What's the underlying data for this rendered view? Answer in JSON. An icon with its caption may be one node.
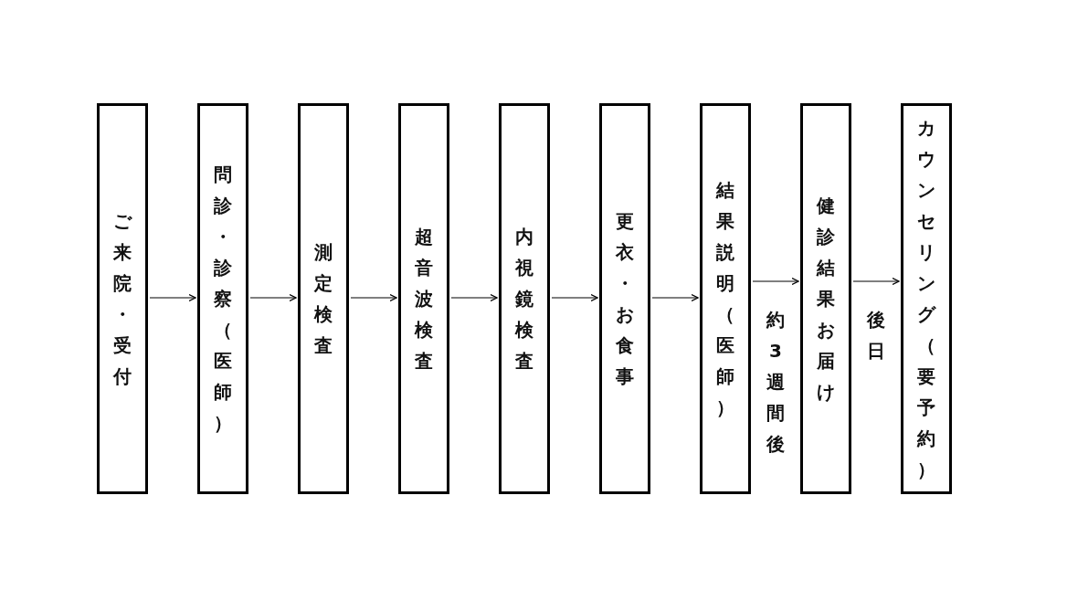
{
  "diagram": {
    "nodes": [
      {
        "text": [
          "ご来院・受付"
        ]
      },
      {
        "text": [
          "問診・診察（医師）"
        ]
      },
      {
        "text": [
          "測定検査"
        ]
      },
      {
        "text": [
          "超音波検査"
        ]
      },
      {
        "text": [
          "内視鏡検査"
        ]
      },
      {
        "text": [
          "更衣・お食事"
        ]
      },
      {
        "text": [
          "結果説明（医師）"
        ]
      },
      {
        "text": [
          "健診結果お届け"
        ]
      },
      {
        "text": [
          "カウンセリング（要予約）"
        ]
      }
    ],
    "edges": [
      {
        "from": 0,
        "to": 1,
        "arrow": "to"
      },
      {
        "from": 1,
        "to": 2,
        "arrow": "to"
      },
      {
        "from": 2,
        "to": 3,
        "arrow": "to"
      },
      {
        "from": 3,
        "to": 4,
        "arrow": "to"
      },
      {
        "from": 4,
        "to": 5,
        "arrow": "to"
      },
      {
        "from": 5,
        "to": 6,
        "arrow": "to"
      },
      {
        "from": 6,
        "to": 7,
        "arrow": "to",
        "label": "約3週間後"
      },
      {
        "from": 7,
        "to": 8,
        "arrow": "to",
        "label": "後日"
      }
    ]
  }
}
